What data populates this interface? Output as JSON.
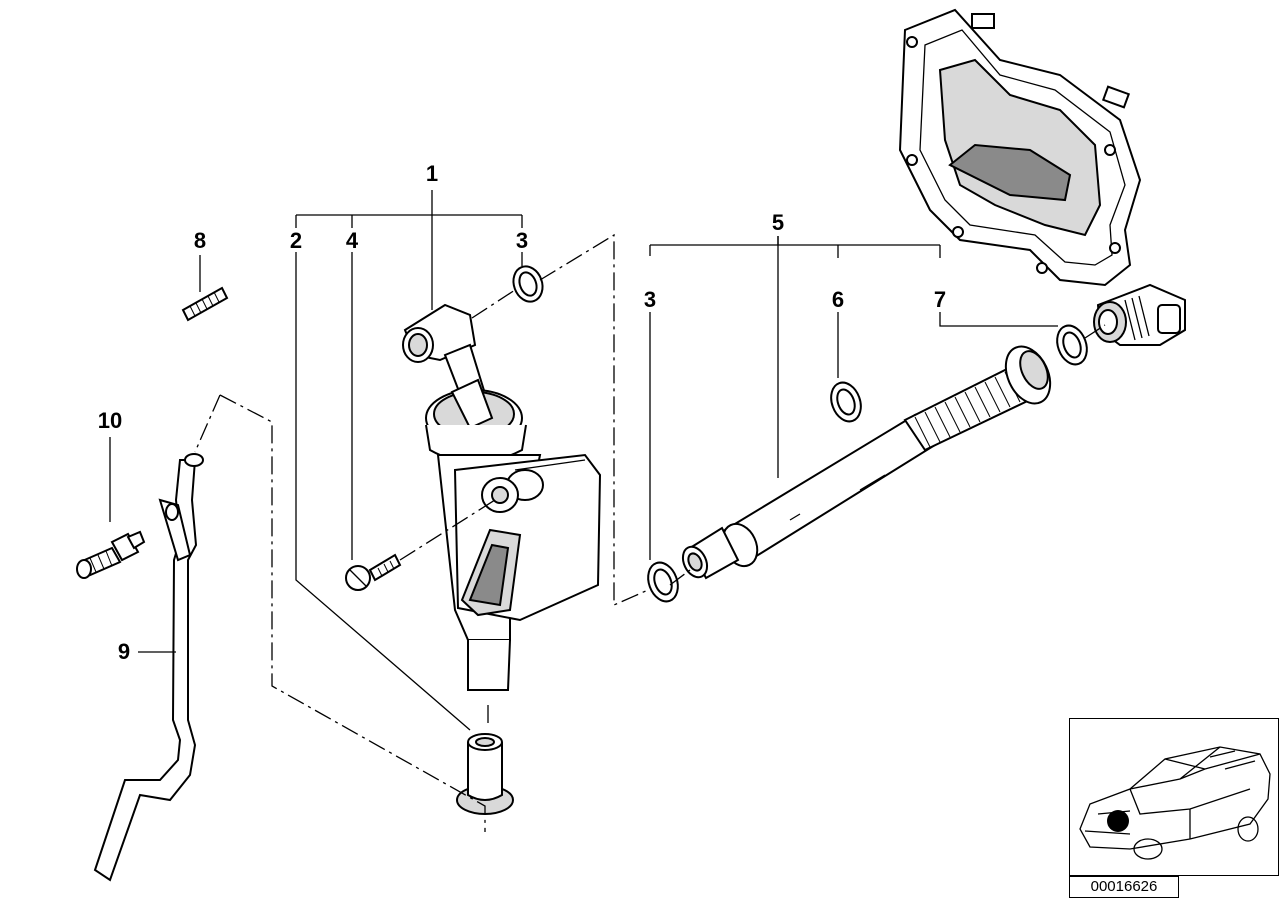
{
  "diagram": {
    "callouts": [
      {
        "id": "c1",
        "label": "1"
      },
      {
        "id": "c2",
        "label": "2"
      },
      {
        "id": "c4",
        "label": "4"
      },
      {
        "id": "c3a",
        "label": "3"
      },
      {
        "id": "c8",
        "label": "8"
      },
      {
        "id": "c5",
        "label": "5"
      },
      {
        "id": "c3b",
        "label": "3"
      },
      {
        "id": "c6",
        "label": "6"
      },
      {
        "id": "c7",
        "label": "7"
      },
      {
        "id": "c10",
        "label": "10"
      },
      {
        "id": "c9",
        "label": "9"
      }
    ],
    "drawing_number": "00016626",
    "icons": {
      "locator": "car-locator-icon",
      "separator": "oil-separator-icon",
      "hose": "vent-hose-icon",
      "cover": "cylinder-head-cover-icon",
      "dipstick": "dipstick-tube-icon"
    }
  }
}
